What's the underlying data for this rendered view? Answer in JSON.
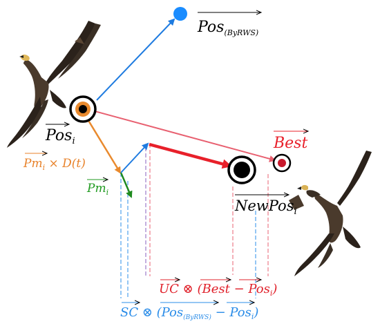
{
  "labels": {
    "pos_byrws": {
      "main": "Pos",
      "sub": "(ByRWS)"
    },
    "pos_i": {
      "main": "Pos",
      "sub": "i"
    },
    "best": {
      "main": "Best"
    },
    "new_pos_i": {
      "main": "NewPos",
      "sub": "i"
    },
    "pm_i_times_d": {
      "vec": "Pm",
      "sub": "i",
      "rest": " × D(t)"
    },
    "pm_i": {
      "vec": "Pm",
      "sub": "i"
    },
    "uc_term": {
      "vec1": "UC",
      "op": " ⊗ (",
      "vec2": "Best",
      "minus": " − ",
      "vec3": "Pos",
      "sub3": "i",
      "close": ")"
    },
    "sc_term": {
      "vec1": "SC",
      "op": " ⊗ (",
      "vec2": "Pos",
      "sub2": "(ByRWS)",
      "minus": " − ",
      "vec3": "Pos",
      "sub3": "i",
      "close": ")"
    }
  },
  "colors": {
    "blue": "#1e7be0",
    "blue_point": "#1a8cff",
    "red": "#e8202a",
    "pink_line": "#e86070",
    "orange": "#e98a2e",
    "green": "#1f8a1f",
    "purple_dash": "#8a5fbf",
    "best_fill": "#c8192c",
    "black": "#000000",
    "uc_text": "#e0202a",
    "sc_text": "#2a8ce8",
    "pm_orange_text": "#e8822a",
    "pm_green_text": "#1f9a1f"
  },
  "icons": [
    "eagle-icon",
    "eagle-icon"
  ]
}
